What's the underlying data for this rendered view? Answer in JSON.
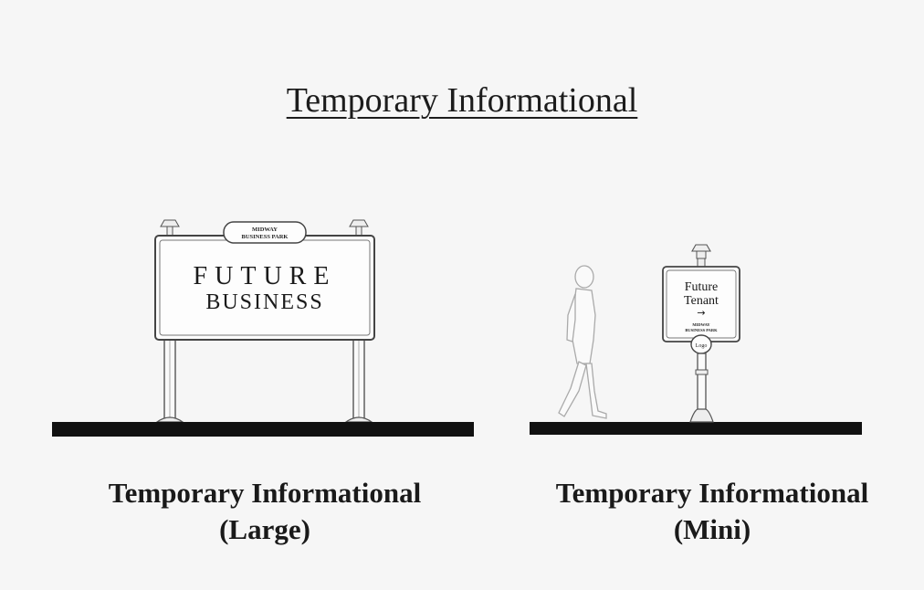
{
  "title": "Temporary Informational",
  "large_sign": {
    "header": [
      "MIDWAY",
      "BUSINESS PARK"
    ],
    "lines": [
      "FUTURE",
      "BUSINESS"
    ],
    "caption": [
      "Temporary Informational",
      "(Large)"
    ]
  },
  "mini_sign": {
    "lines": [
      "Future",
      "Tenant"
    ],
    "arrow": "→",
    "footer": [
      "MIDWAY",
      "BUSINESS PARK"
    ],
    "badge": "Logo",
    "caption": [
      "Temporary Informational",
      "(Mini)"
    ]
  },
  "colors": {
    "background": "#f6f6f6",
    "ground": "#111111",
    "line": "#555555"
  }
}
